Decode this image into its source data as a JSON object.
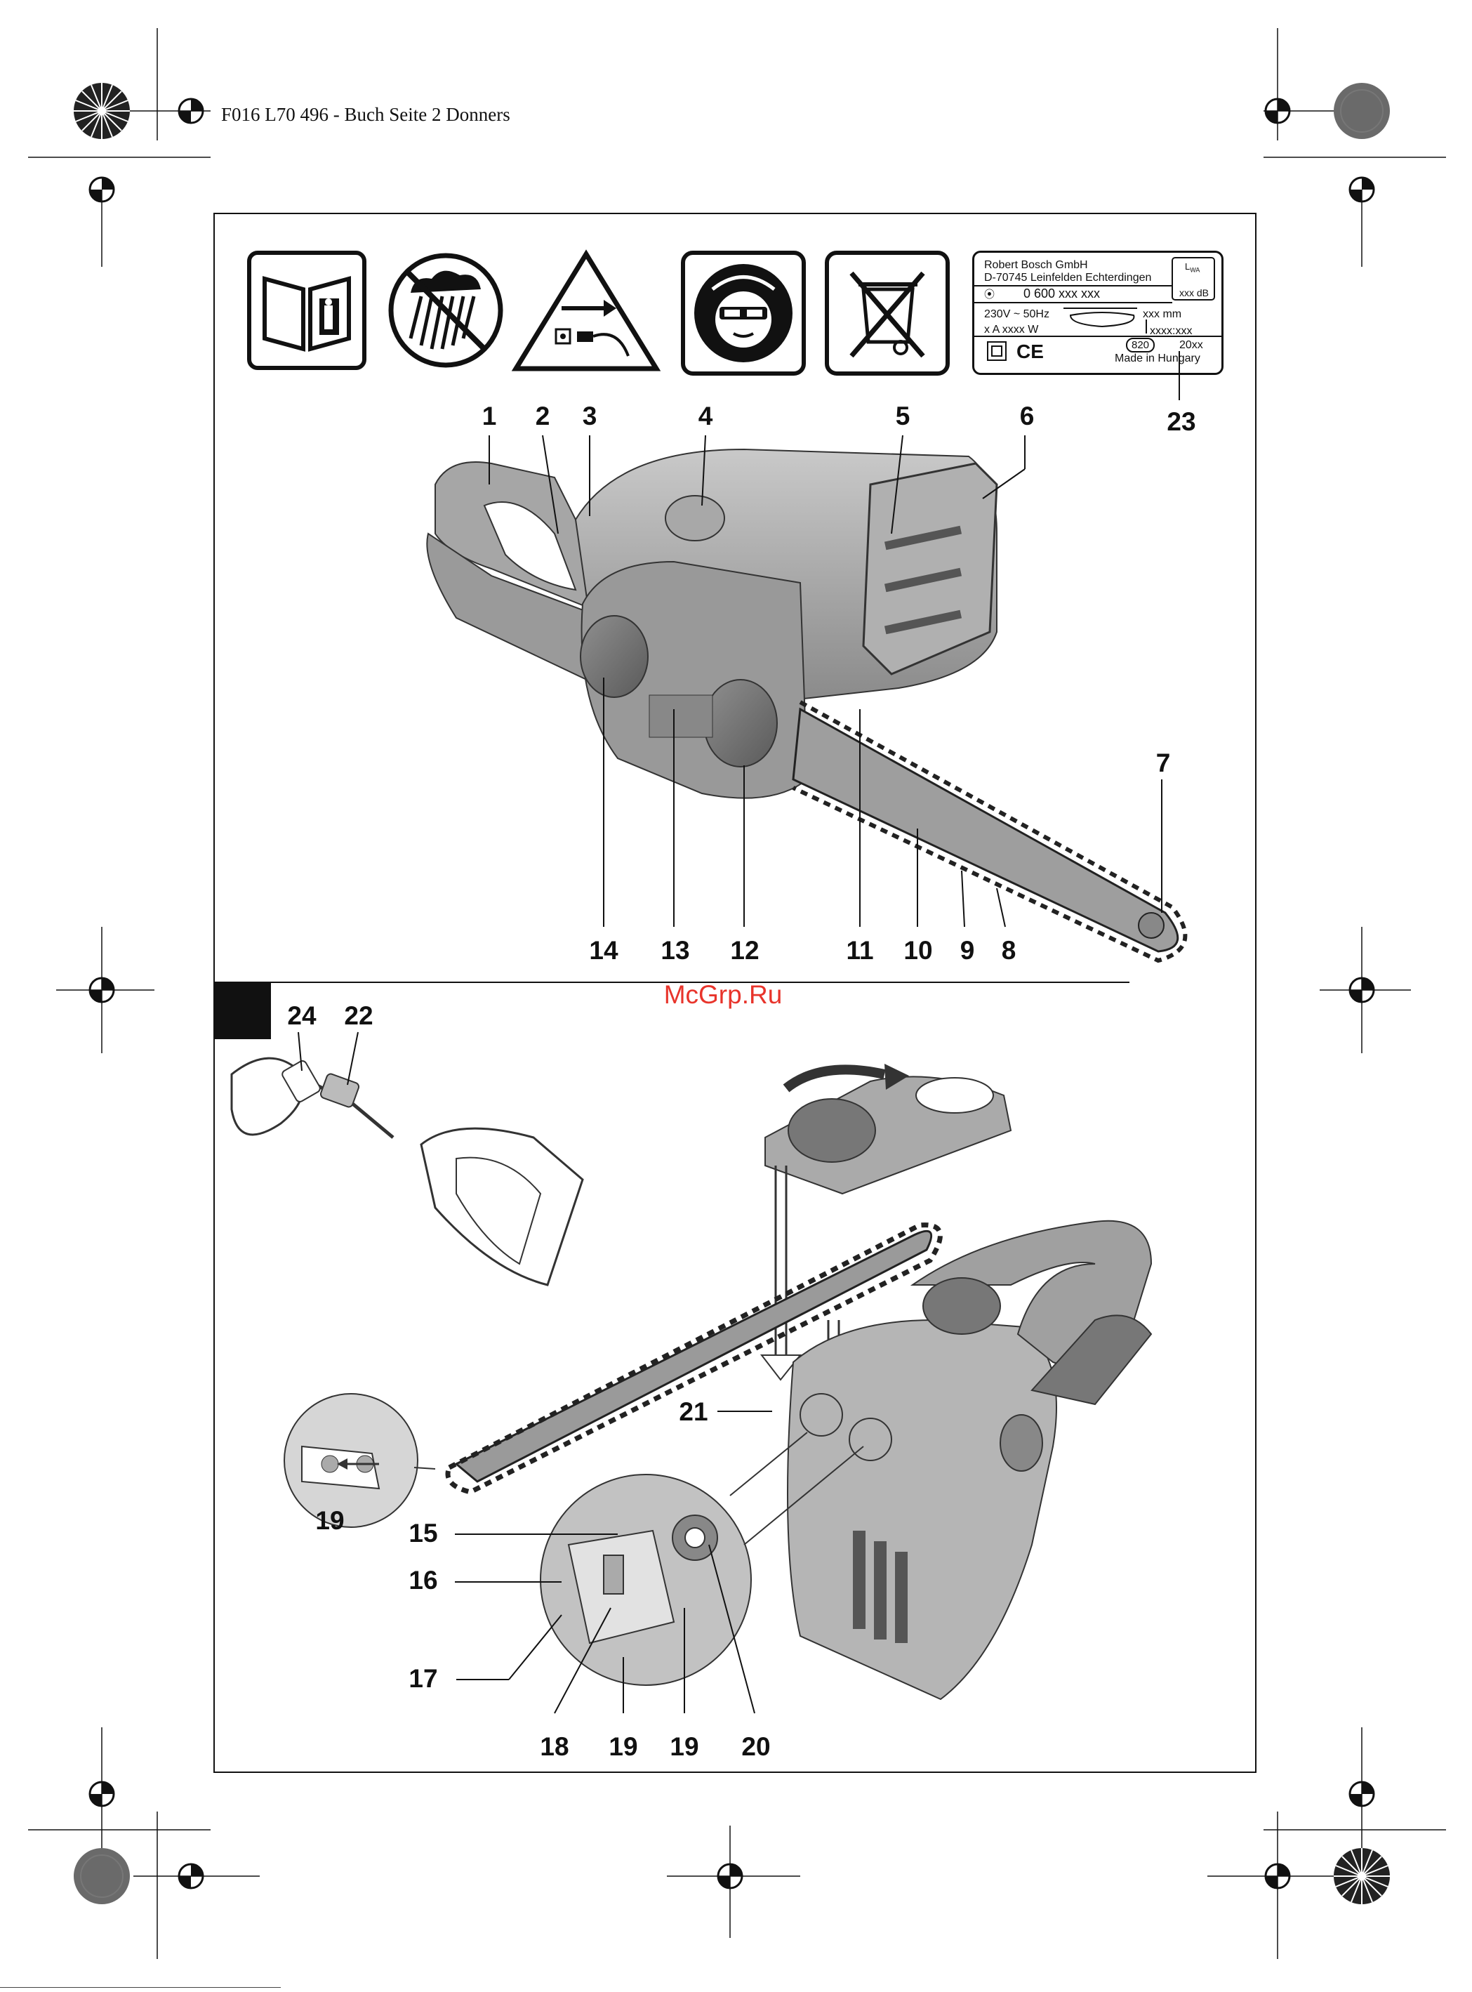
{
  "header": {
    "text": "F016 L70 496 - Buch  Seite 2  Donners"
  },
  "watermark": "McGrp.Ru",
  "icons": [
    "read-manual-icon",
    "no-rain-icon",
    "unplug-warning-icon",
    "eye-ear-protection-icon",
    "no-household-waste-icon"
  ],
  "rating_plate": {
    "company": "Robert Bosch GmbH",
    "address": "D-70745 Leinfelden Echterdingen",
    "part_number": "0 600 xxx xxx",
    "voltage": "230V ~ 50Hz",
    "current_power": "x A xxxx W",
    "bar_length": "xxx mm",
    "serial": "xxxx:xxx",
    "noise_label": "L",
    "noise_sub": "WA",
    "noise_value": "xxx dB",
    "ce": "CE",
    "code": "820",
    "year": "20xx",
    "origin": "Made in Hungary"
  },
  "labels_a": {
    "n1": "1",
    "n2": "2",
    "n3": "3",
    "n4": "4",
    "n5": "5",
    "n6": "6",
    "n7": "7",
    "n8": "8",
    "n9": "9",
    "n10": "10",
    "n11": "11",
    "n12": "12",
    "n13": "13",
    "n14": "14",
    "n23": "23"
  },
  "labels_b": {
    "n24": "24",
    "n22": "22",
    "n21": "21",
    "n19a": "19",
    "n15": "15",
    "n16": "16",
    "n17": "17",
    "n18": "18",
    "n19b": "19",
    "n19c": "19",
    "n20": "20"
  }
}
